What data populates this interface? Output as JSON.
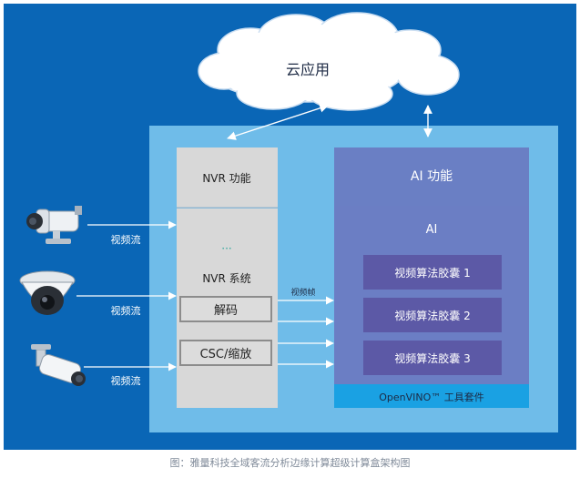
{
  "cloud": {
    "label": "云应用"
  },
  "nvr": {
    "function_label": "NVR 功能",
    "dots": "···",
    "system_label": "NVR 系统",
    "decode_label": "解码",
    "csc_label": "CSC/缩放"
  },
  "ai": {
    "function_label": "AI 功能",
    "ai_label": "AI",
    "capsules": [
      "视频算法胶囊 1",
      "视频算法胶囊 2",
      "视频算法胶囊 3"
    ],
    "openvino_label": "OpenVINO™ 工具套件"
  },
  "streams": {
    "label": "视频流",
    "frame_label": "视频帧"
  },
  "cameras": [
    "bullet-camera",
    "dome-camera",
    "bullet-camera"
  ],
  "caption": "图：雅量科技全域客流分析边缘计算超级计算盒架构图",
  "colors": {
    "background": "#0a66b6",
    "inner_panel": "#6fbce9",
    "nvr_panel": "#d5d5d5",
    "ai_panel": "#6d81c6",
    "capsule": "#5c59a6",
    "openvino_bar": "#1aa1e3"
  }
}
